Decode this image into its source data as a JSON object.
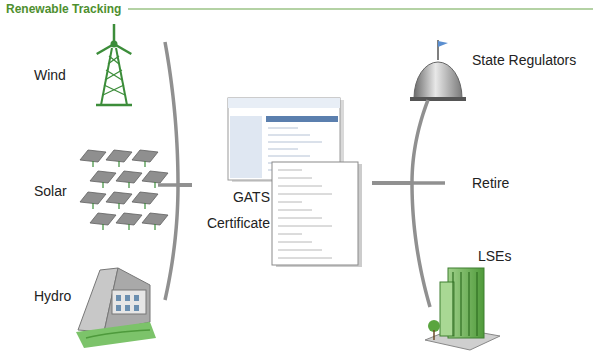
{
  "diagram": {
    "title": "Renewable Tracking",
    "nodes": [
      {
        "text": [
          "Wind"
        ]
      },
      {
        "text": [
          "Solar"
        ]
      },
      {
        "text": [
          "Hydro"
        ]
      },
      {
        "text": [
          "GATS Certificate"
        ]
      },
      {
        "text": [
          "State Regulators"
        ]
      },
      {
        "text": [
          "Retire"
        ]
      },
      {
        "text": [
          "LSEs"
        ]
      }
    ],
    "edges": [
      {
        "from": 0,
        "to": 3,
        "arrow": "none"
      },
      {
        "from": 1,
        "to": 3,
        "arrow": "none"
      },
      {
        "from": 2,
        "to": 3,
        "arrow": "none"
      },
      {
        "from": 3,
        "to": 4,
        "arrow": "none"
      },
      {
        "from": 3,
        "to": 5,
        "arrow": "none"
      },
      {
        "from": 3,
        "to": 6,
        "arrow": "none"
      }
    ]
  }
}
